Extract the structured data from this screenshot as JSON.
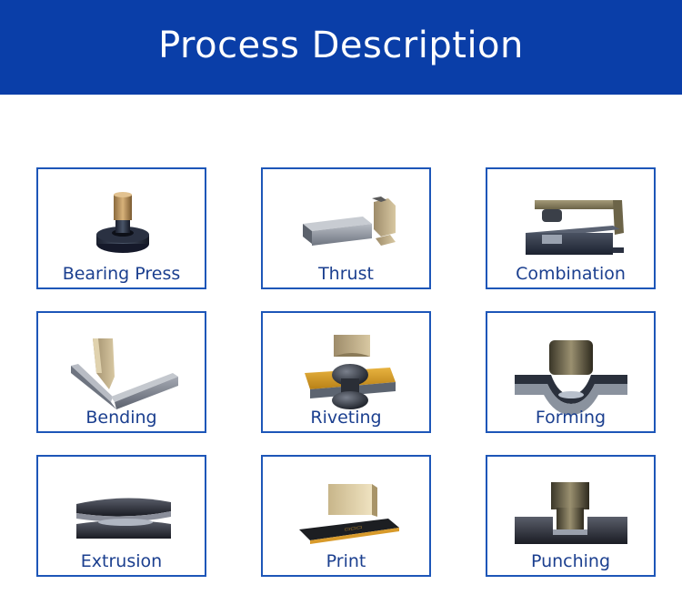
{
  "header": {
    "title": "Process Description"
  },
  "processes": [
    {
      "label": "Bearing Press"
    },
    {
      "label": "Thrust"
    },
    {
      "label": "Combination"
    },
    {
      "label": "Bending"
    },
    {
      "label": "Riveting"
    },
    {
      "label": "Forming"
    },
    {
      "label": "Extrusion"
    },
    {
      "label": "Print"
    },
    {
      "label": "Punching"
    }
  ],
  "colors": {
    "header_bg": "#0a3ea8",
    "card_border": "#1d56b8",
    "label_text": "#1b3f8f"
  }
}
